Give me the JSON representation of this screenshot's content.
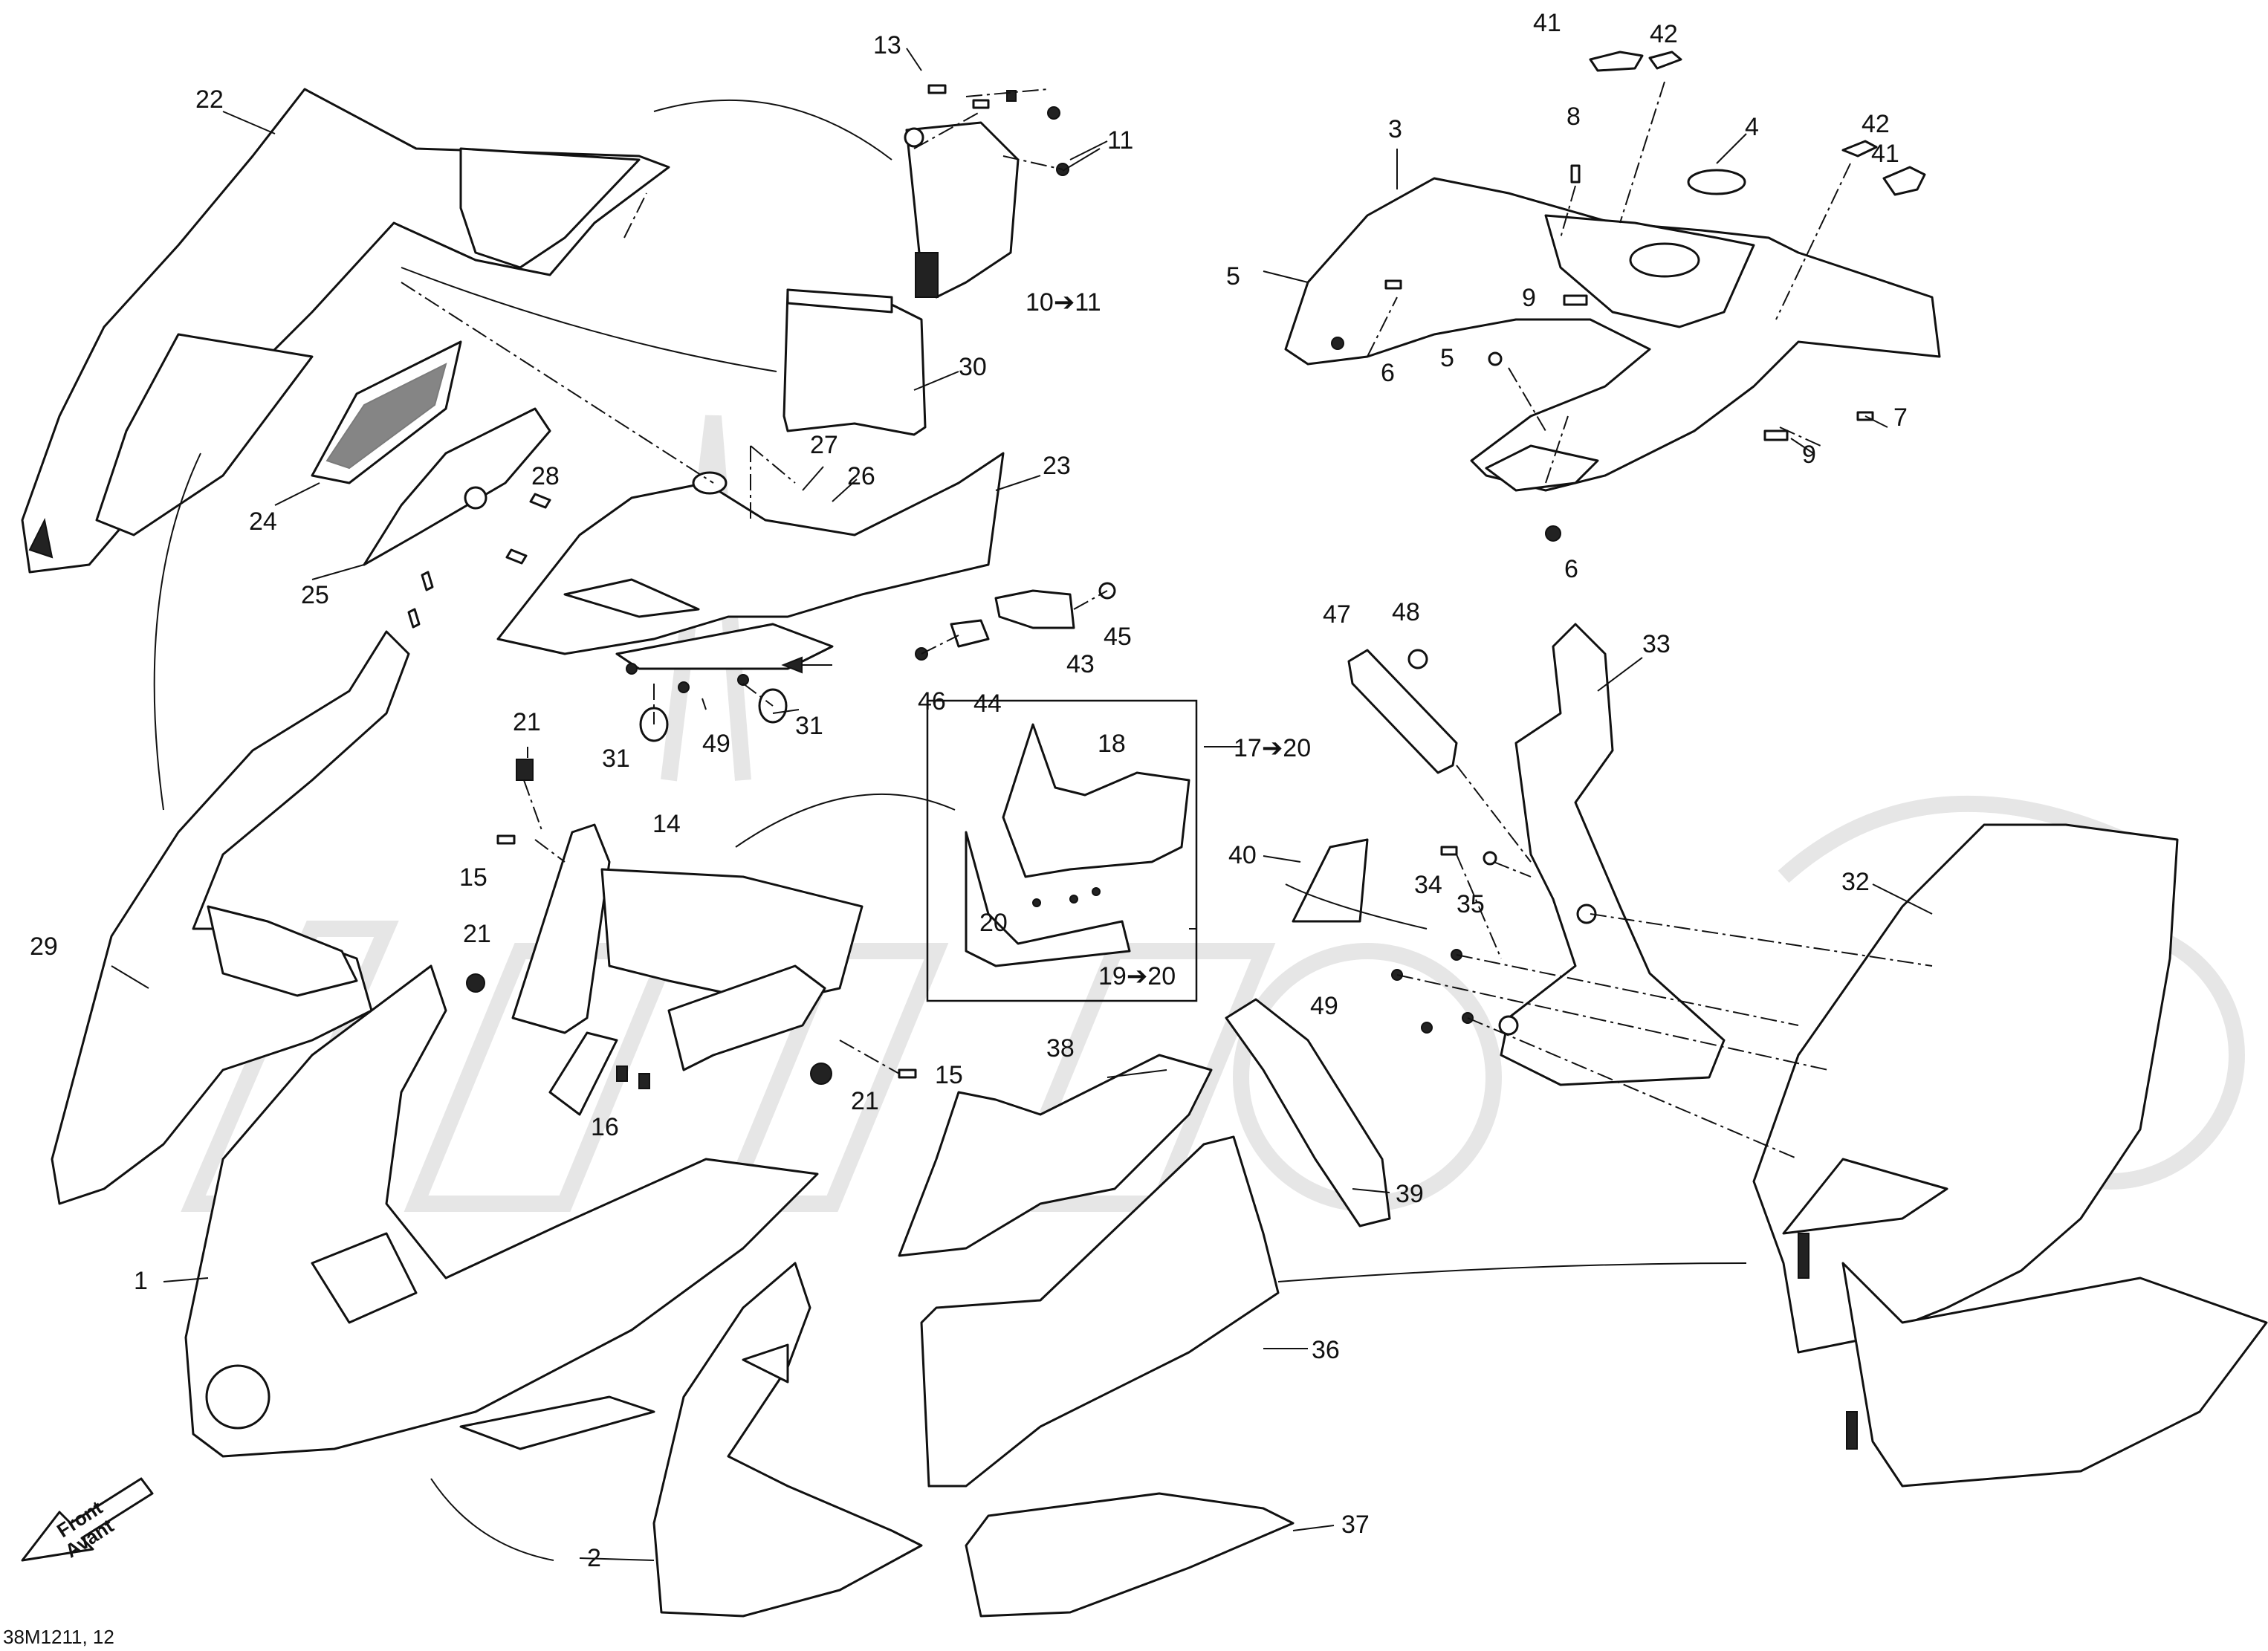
{
  "figure_id": "38M1211, 12",
  "front_arrow": {
    "line1": "Front",
    "line2": "Avant"
  },
  "callouts": {
    "c1": "1",
    "c2": "2",
    "c3": "3",
    "c4": "4",
    "c5a": "5",
    "c5b": "5",
    "c6a": "6",
    "c6b": "6",
    "c7": "7",
    "c8": "8",
    "c9a": "9",
    "c9b": "9",
    "c10": "10➔11",
    "c11": "11",
    "c13": "13",
    "c14": "14",
    "c15a": "15",
    "c15b": "15",
    "c16": "16",
    "c17": "17➔20",
    "c18": "18",
    "c19": "19➔20",
    "c20": "20",
    "c21a": "21",
    "c21b": "21",
    "c21c": "21",
    "c22": "22",
    "c23": "23",
    "c24": "24",
    "c25": "25",
    "c26": "26",
    "c27": "27",
    "c28": "28",
    "c29": "29",
    "c30": "30",
    "c31a": "31",
    "c31b": "31",
    "c32": "32",
    "c33": "33",
    "c34": "34",
    "c35": "35",
    "c36": "36",
    "c37": "37",
    "c38": "38",
    "c39": "39",
    "c40": "40",
    "c41a": "41",
    "c41b": "41",
    "c42a": "42",
    "c42b": "42",
    "c43": "43",
    "c44": "44",
    "c45": "45",
    "c46": "46",
    "c47": "47",
    "c48": "48",
    "c49a": "49",
    "c49b": "49"
  }
}
